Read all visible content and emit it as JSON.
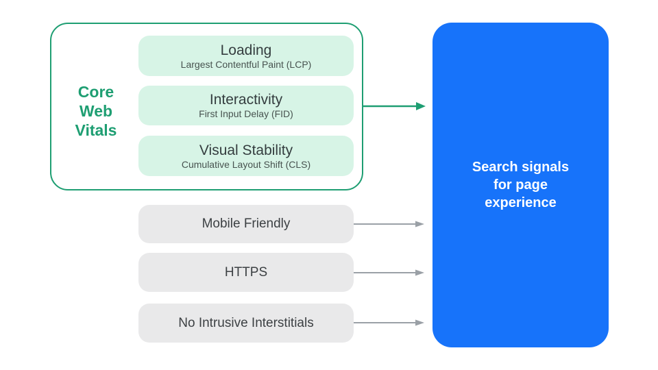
{
  "colors": {
    "accent_green": "#1E9E72",
    "light_green_fill": "#D7F4E6",
    "gray_fill": "#E9E9EA",
    "blue_fill": "#1773FA",
    "dark_text": "#3C4043",
    "arrow_gray": "#9AA0A6",
    "target_text": "#FFFFFF"
  },
  "core_web_vitals": {
    "label_lines": [
      "Core",
      "Web",
      "Vitals"
    ],
    "metrics": [
      {
        "title": "Loading",
        "subtitle": "Largest Contentful Paint (LCP)"
      },
      {
        "title": "Interactivity",
        "subtitle": "First Input Delay (FID)"
      },
      {
        "title": "Visual Stability",
        "subtitle": "Cumulative Layout Shift (CLS)"
      }
    ]
  },
  "other_signals": [
    {
      "label": "Mobile Friendly"
    },
    {
      "label": "HTTPS"
    },
    {
      "label": "No Intrusive Interstitials"
    }
  ],
  "target": {
    "label_lines": [
      "Search signals",
      "for page",
      "experience"
    ]
  }
}
